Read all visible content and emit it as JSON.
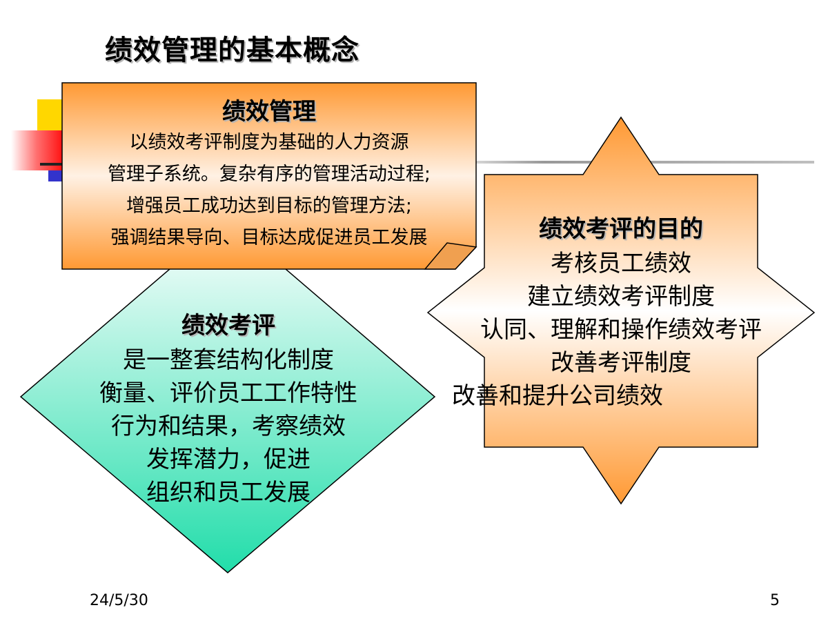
{
  "title": "绩效管理的基本概念",
  "management": {
    "heading": "绩效管理",
    "lines": [
      "以绩效考评制度为基础的人力资源",
      "管理子系统。复杂有序的管理活动过程;",
      "增强员工成功达到目标的管理方法;",
      "强调结果导向、目标达成促进员工发展"
    ]
  },
  "evaluation": {
    "heading": "绩效考评",
    "lines": [
      "是一整套结构化制度",
      "衡量、评价员工工作特性",
      "行为和结果，考察绩效",
      "发挥潜力，促进",
      "组织和员工发展"
    ]
  },
  "purpose": {
    "heading": "绩效考评的目的",
    "lines": [
      "考核员工绩效",
      "建立绩效考评制度",
      "认同、理解和操作绩效考评",
      "改善考评制度",
      "改善和提升公司绩效"
    ]
  },
  "footer": {
    "date": "24/5/30",
    "page": "5"
  },
  "colors": {
    "orange": "#ff9933",
    "teal": "#22ddaa",
    "accent_yellow": "#ffd700",
    "accent_red": "#ff0000",
    "accent_blue": "#3333cc"
  }
}
